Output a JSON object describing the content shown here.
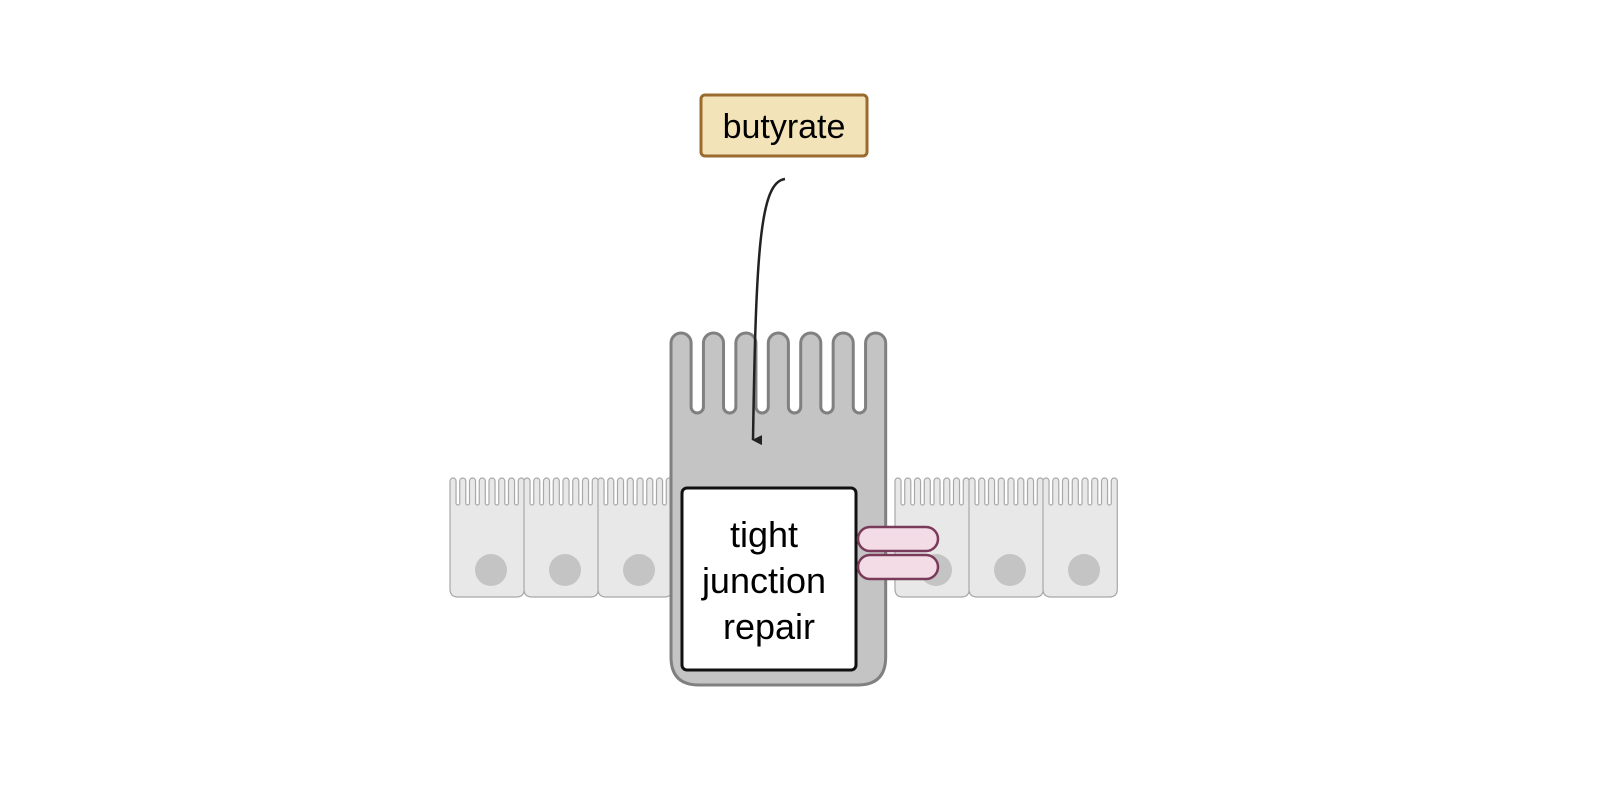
{
  "input_label": "butyrate",
  "process_label": [
    "tight",
    "junction",
    "repair"
  ],
  "colors": {
    "input_fill": "#f2e3b8",
    "input_stroke": "#9a6a2e",
    "cell_fill": "#c4c4c4",
    "cell_stroke": "#808080",
    "epithelium_fill": "#e8e8e8",
    "epithelium_stroke": "#a8a8a8",
    "nucleus": "#c4c4c4",
    "junction_fill": "#f3dce6",
    "junction_stroke": "#7a3a5a"
  }
}
